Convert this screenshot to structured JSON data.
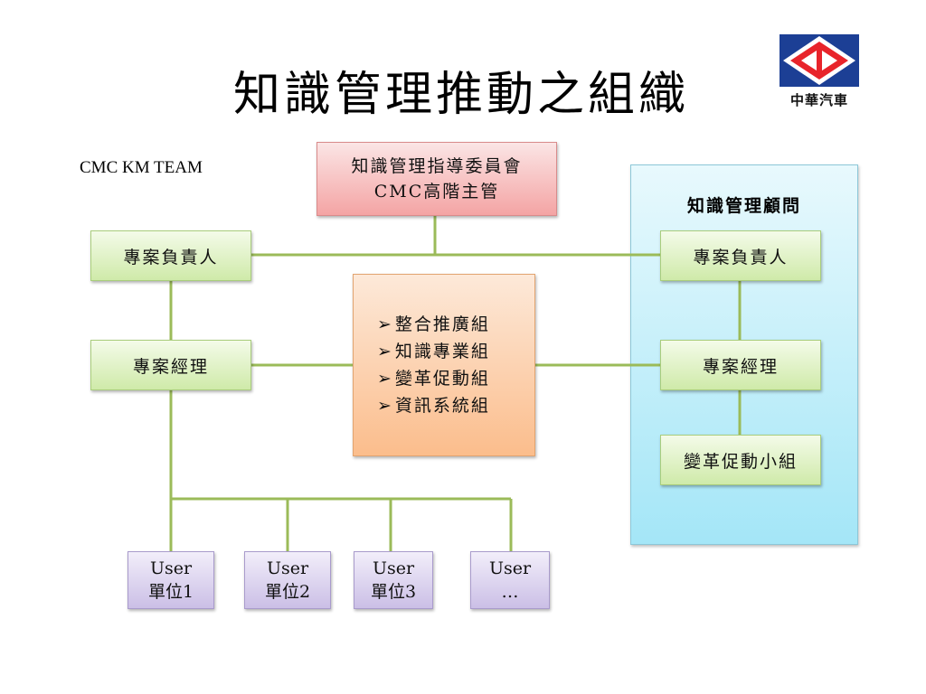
{
  "title": "知識管理推動之組織",
  "logo": {
    "text": "中華汽車",
    "colors": {
      "red": "#e8242b",
      "blue": "#1c3f95",
      "white": "#ffffff"
    }
  },
  "team_label": "CMC KM TEAM",
  "committee": {
    "line1": "知識管理指導委員會",
    "line2": "CMC高階主管"
  },
  "left": {
    "project_lead": "專案負責人",
    "project_manager": "專案經理"
  },
  "center_groups": {
    "bullet": "➢",
    "items": [
      "整合推廣組",
      "知識專業組",
      "變革促動組",
      "資訊系統組"
    ]
  },
  "advisor": {
    "title": "知識管理顧問",
    "project_lead": "專案負責人",
    "project_manager": "專案經理",
    "change_team": "變革促動小組"
  },
  "users": [
    {
      "line1": "User",
      "line2": "單位1"
    },
    {
      "line1": "User",
      "line2": "單位2"
    },
    {
      "line1": "User",
      "line2": "單位3"
    },
    {
      "line1": "User",
      "line2": "…"
    }
  ],
  "colors": {
    "connector": "#9bbb59",
    "green_box": "#cfeaa9",
    "red_box": "#f4a4a4",
    "orange_box": "#fbbd8c",
    "purple_box": "#cbbfe6",
    "advisor_panel": "#a4e6f7"
  }
}
